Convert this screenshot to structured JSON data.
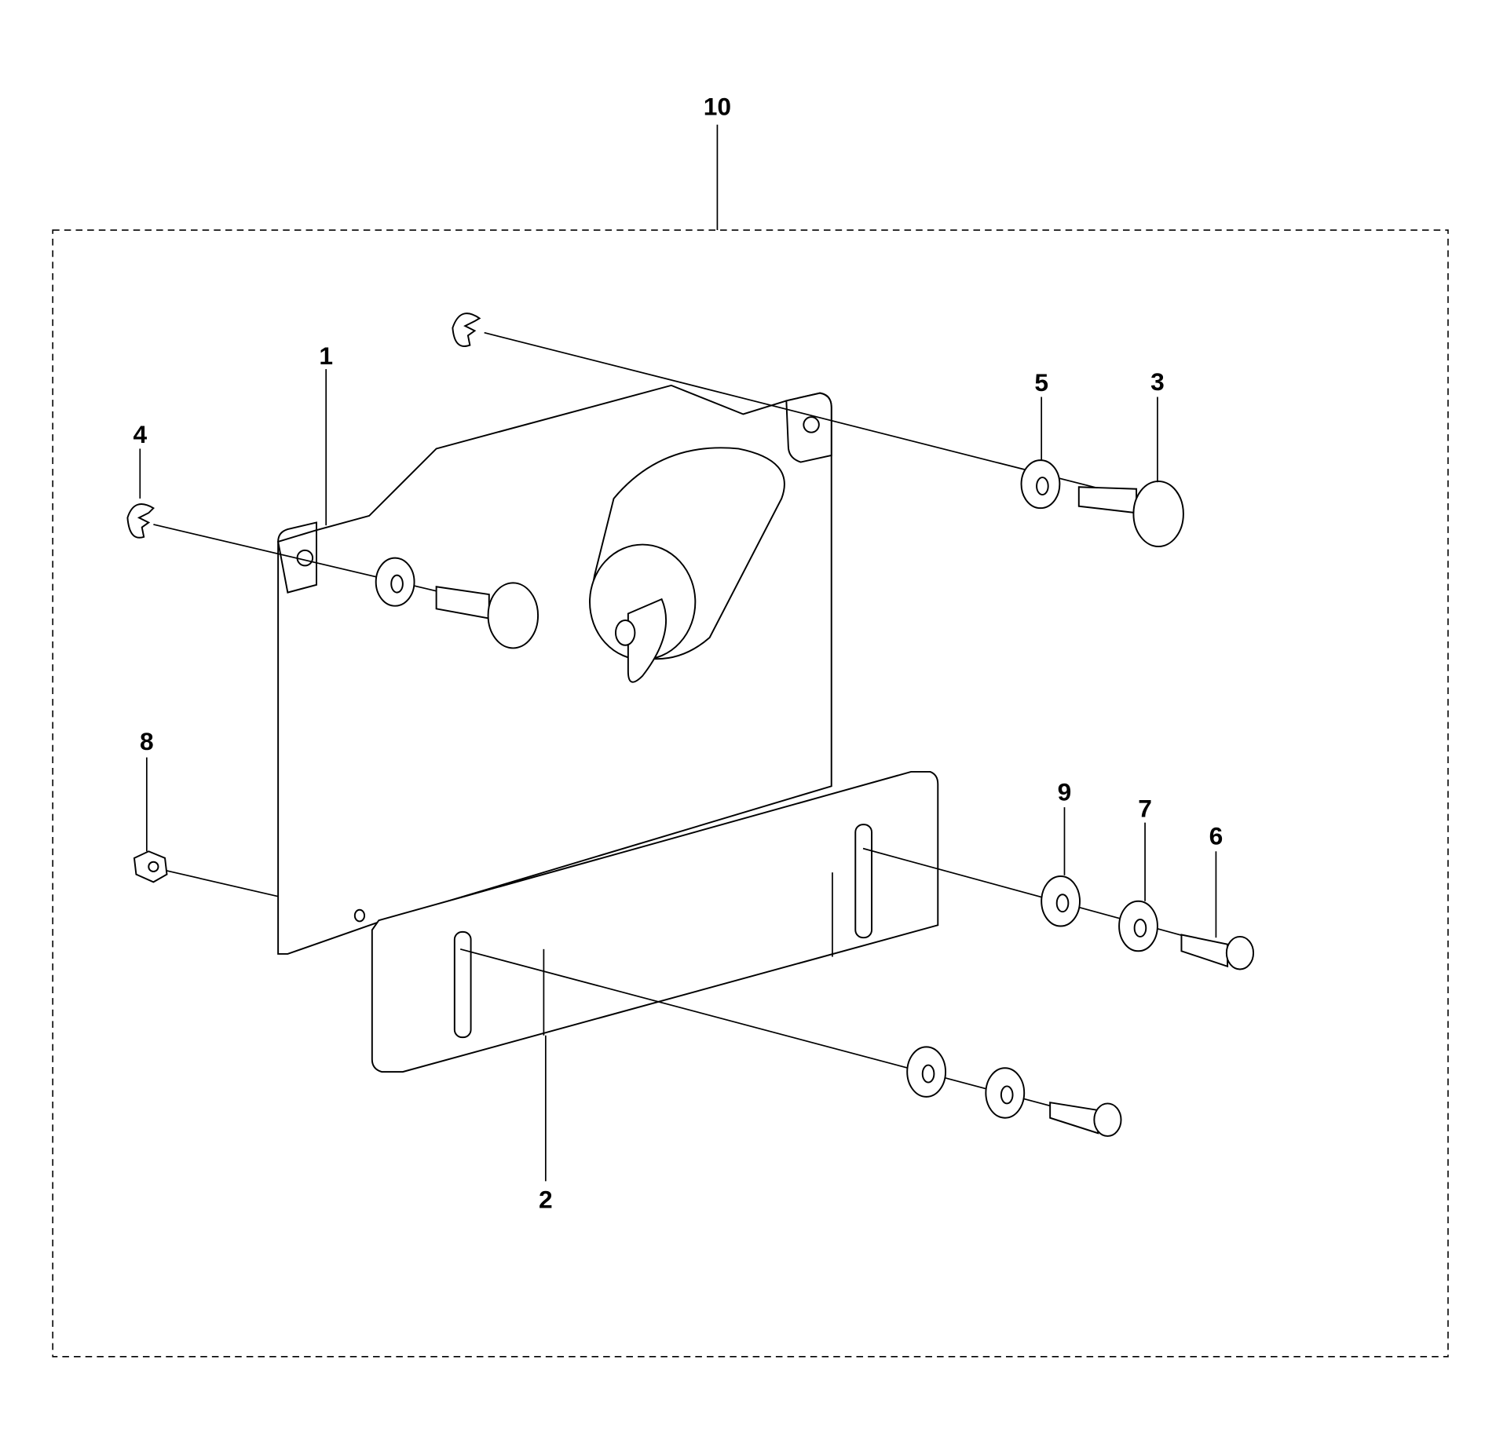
{
  "diagram": {
    "type": "exploded parts diagram",
    "callouts": {
      "assembly": "10",
      "plate": "1",
      "bar": "2",
      "knob_right": "3",
      "clip_left": "4",
      "washer_top": "5",
      "screw": "6",
      "washer_7": "7",
      "nut": "8",
      "washer_9": "9"
    }
  }
}
